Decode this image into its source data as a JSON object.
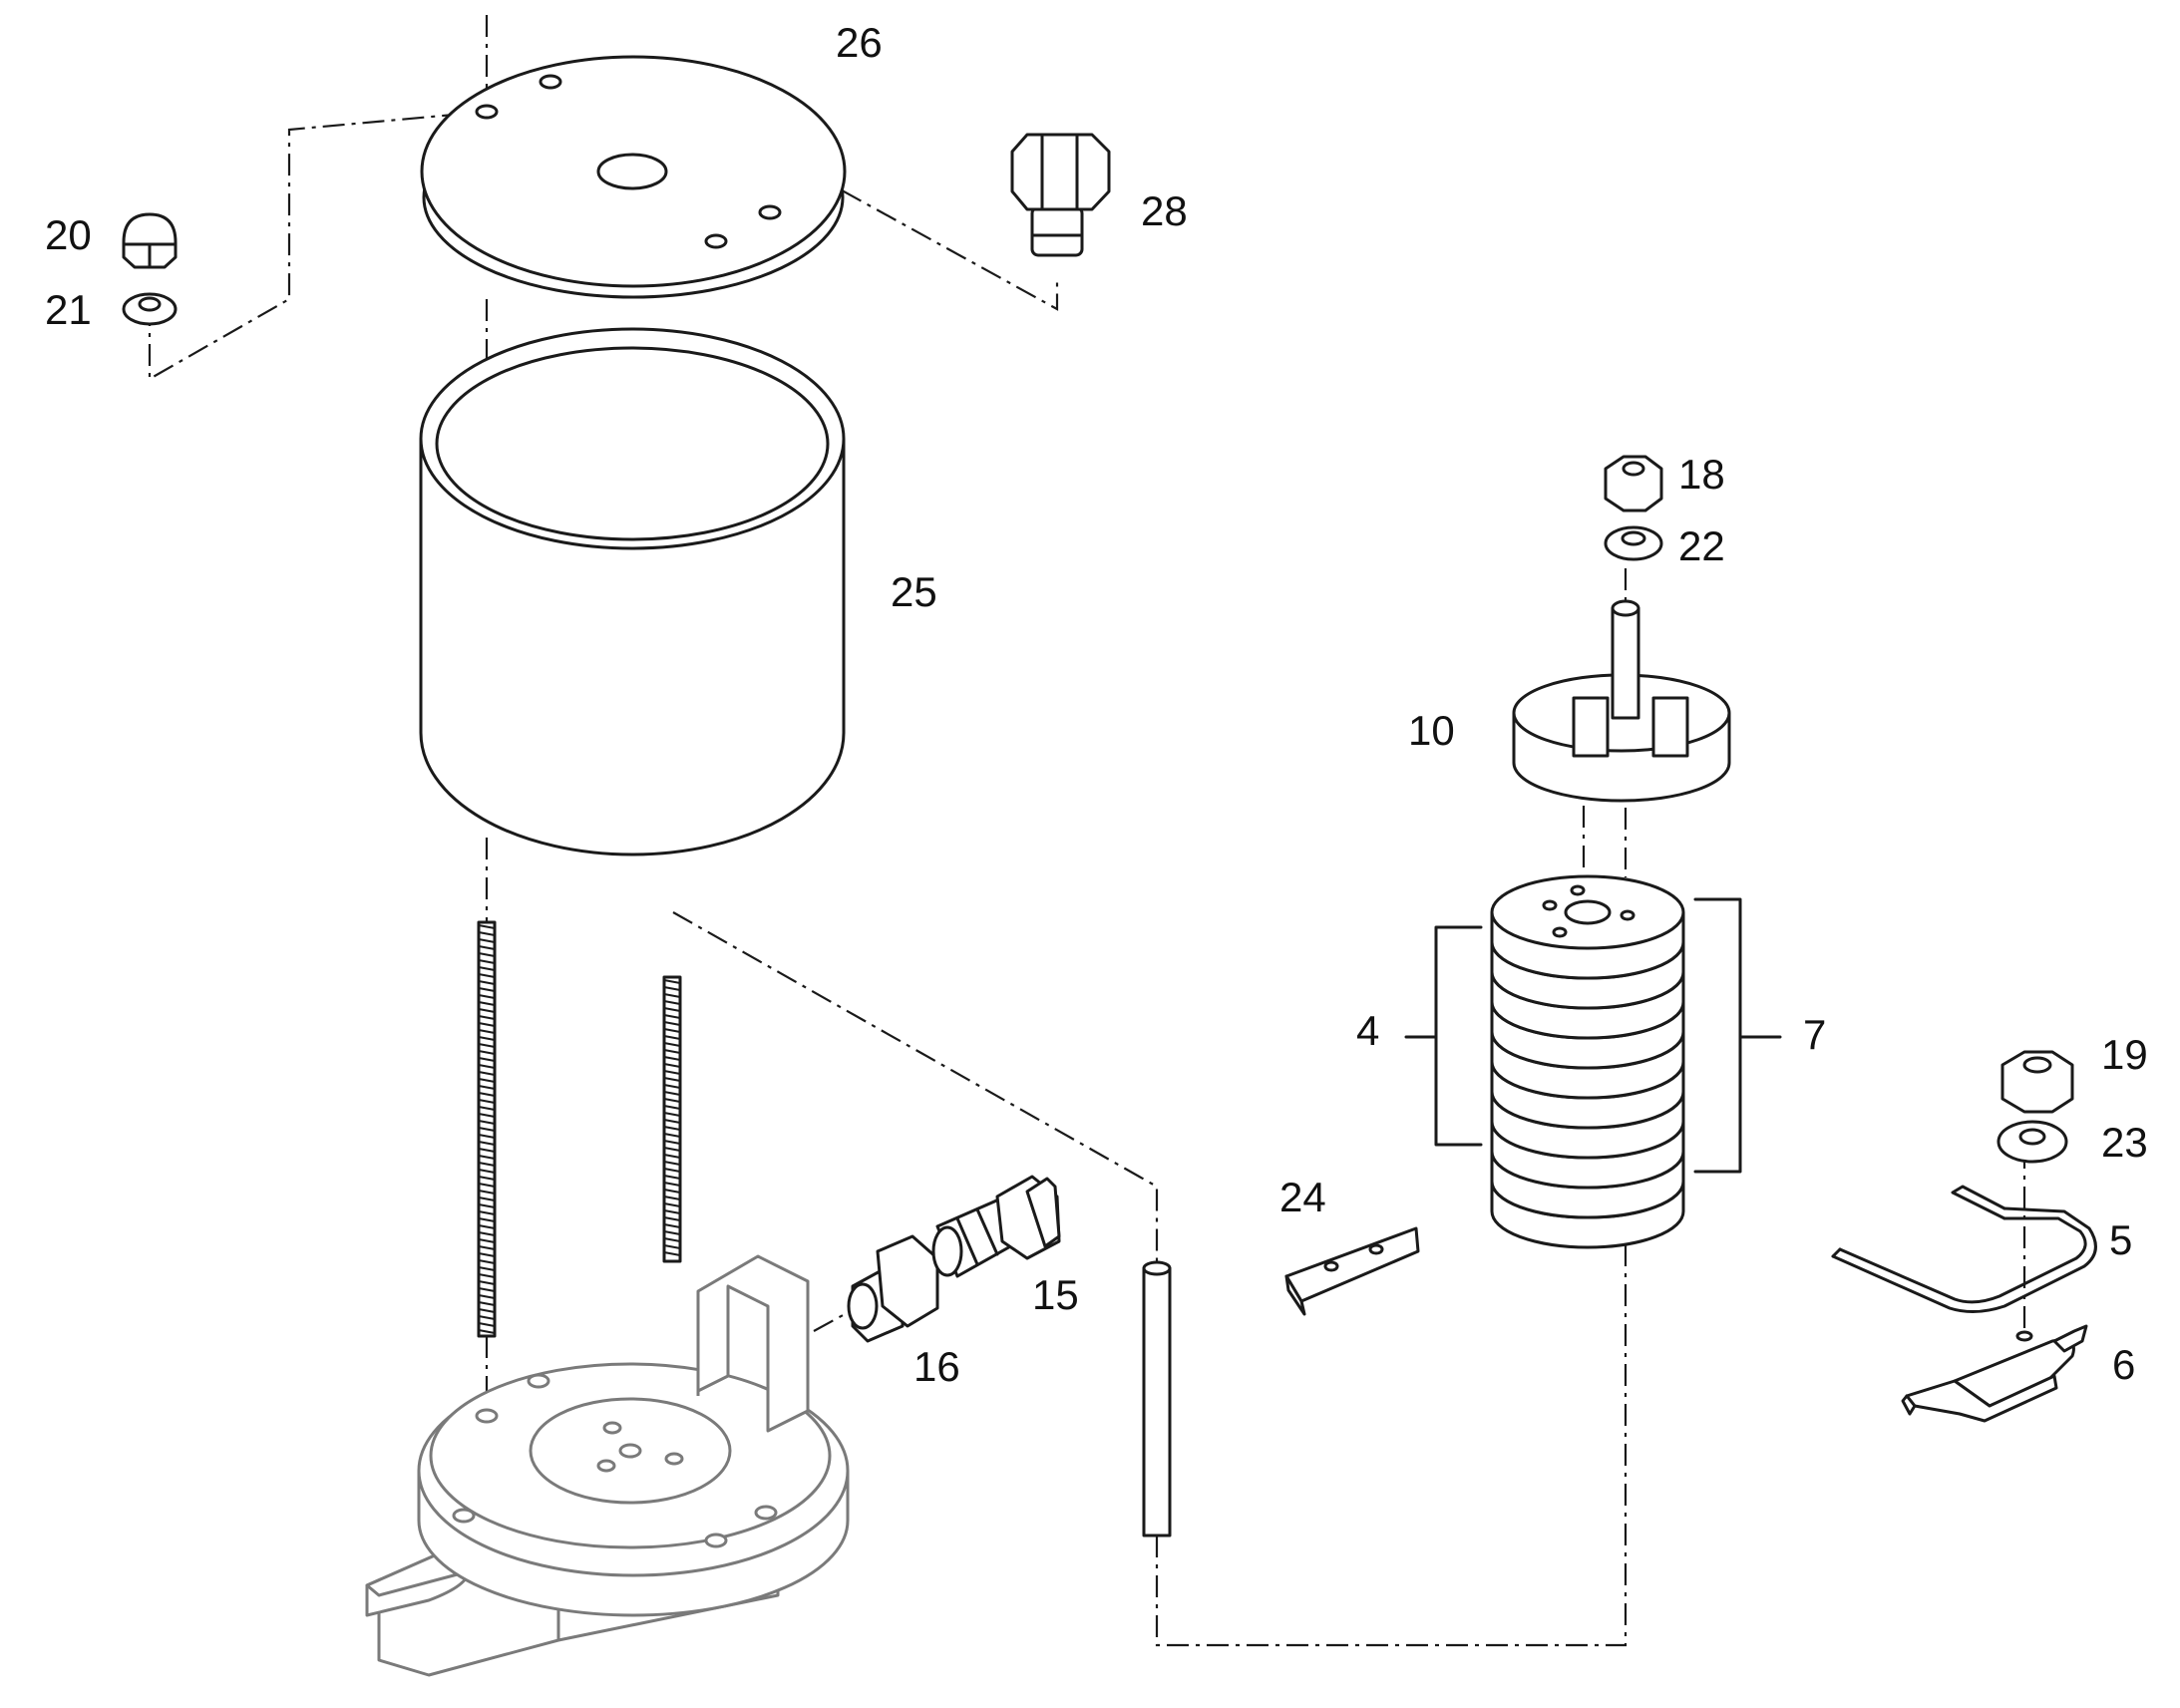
{
  "callouts": [
    {
      "id": "c26",
      "text": "26"
    },
    {
      "id": "c28",
      "text": "28"
    },
    {
      "id": "c20",
      "text": "20"
    },
    {
      "id": "c21",
      "text": "21"
    },
    {
      "id": "c25",
      "text": "25"
    },
    {
      "id": "c18",
      "text": "18"
    },
    {
      "id": "c22",
      "text": "22"
    },
    {
      "id": "c10",
      "text": "10"
    },
    {
      "id": "c4",
      "text": "4"
    },
    {
      "id": "c7",
      "text": "7"
    },
    {
      "id": "c19",
      "text": "19"
    },
    {
      "id": "c23",
      "text": "23"
    },
    {
      "id": "c24",
      "text": "24"
    },
    {
      "id": "c5",
      "text": "5"
    },
    {
      "id": "c15",
      "text": "15"
    },
    {
      "id": "c16",
      "text": "16"
    },
    {
      "id": "c6",
      "text": "6"
    }
  ]
}
